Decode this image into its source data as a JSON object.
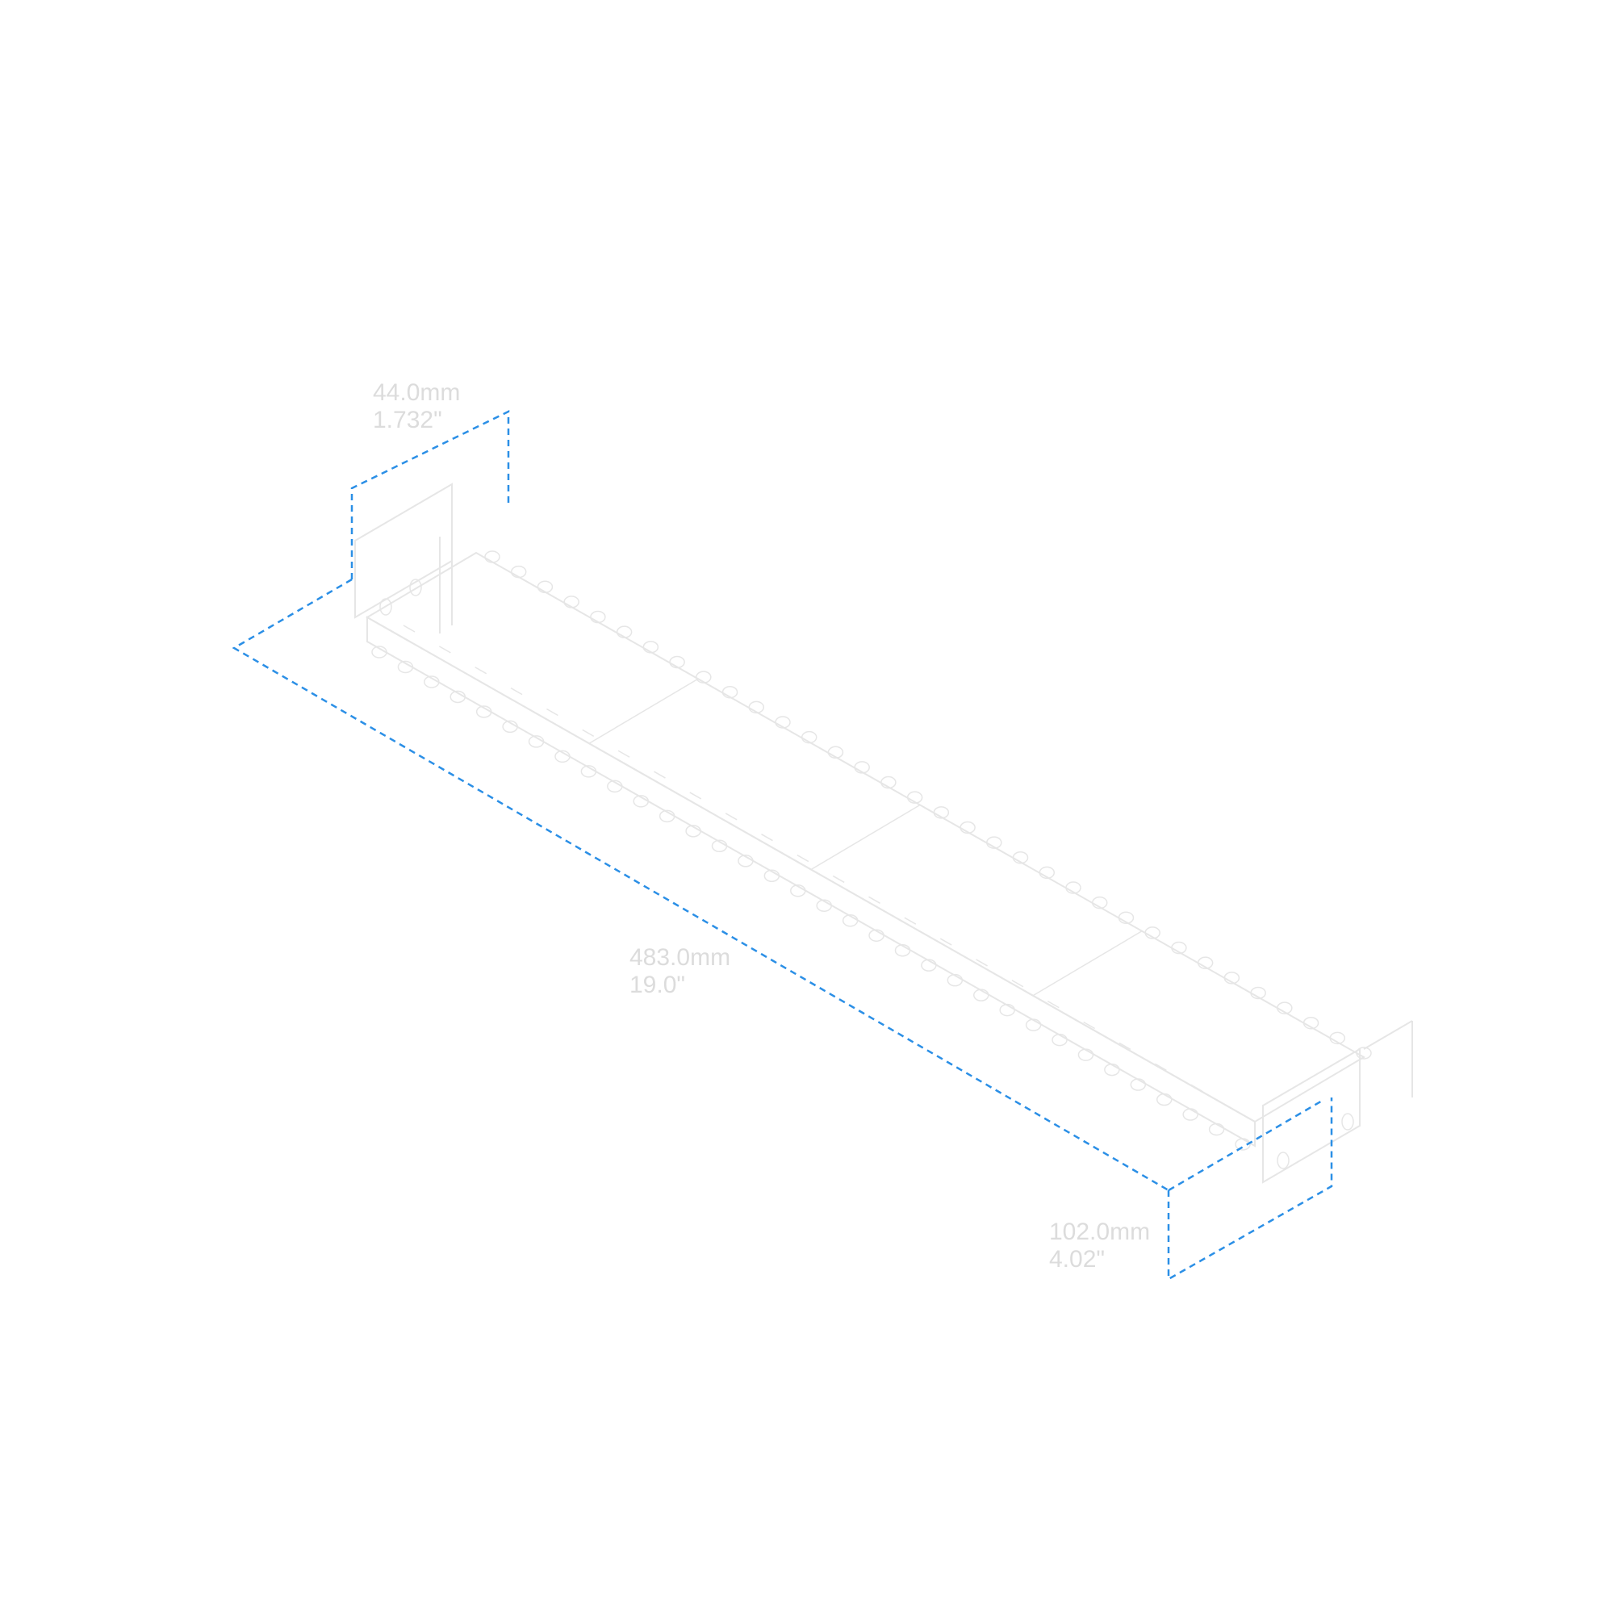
{
  "colors": {
    "dimension_line": "#2b8fe6",
    "part_outline": "#e6e6e6",
    "label_text": "#dcdcdc",
    "background": "#ffffff"
  },
  "dimensions": {
    "height": {
      "metric": "44.0mm",
      "imperial": "1.732\""
    },
    "length": {
      "metric": "483.0mm",
      "imperial": "19.0\""
    },
    "depth": {
      "metric": "102.0mm",
      "imperial": "4.02\""
    }
  },
  "part": {
    "type": "rack-panel",
    "ports_per_row": 34,
    "rows": 2,
    "screw_holes": 4
  }
}
